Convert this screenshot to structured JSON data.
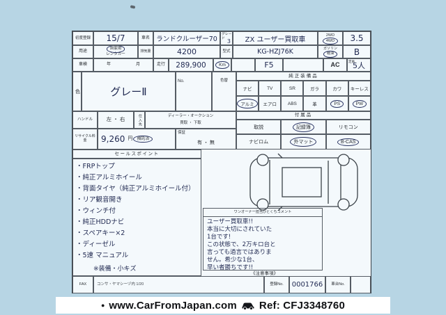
{
  "colors": {
    "background": "#b7d5e4",
    "paper": "#f4f9fc",
    "ink": "#1f2850",
    "line": "#555c64"
  },
  "r1": {
    "reg_l": "初度登録",
    "reg_v": "15/7",
    "name_l": "車名",
    "name_v": "ランドクルーザー70",
    "grade_l": "グレード",
    "grade_n": "3",
    "grade_v": "ZX ユーザー買取車",
    "drv1": "2WD",
    "drv2": "4WD",
    "drv_v": "3.5"
  },
  "r2": {
    "use_l": "用途",
    "use1": "自家用",
    "use2": "レンタカー",
    "disp_l": "排気量",
    "disp_v": "4200",
    "model_l": "型式",
    "model_v": "KG-HZJ76K",
    "fuel1": "ガソリン",
    "fuel2": "軽油",
    "fuel_v": "B"
  },
  "r3": {
    "shaken_l": "車検",
    "year_l": "年",
    "month_l": "月",
    "mile_l": "走行",
    "mile_v": "289,900",
    "unit": "Km",
    "shift_v": "F5",
    "ac": "AC",
    "cap_l": "定員",
    "cap_v": "5人"
  },
  "color_row": {
    "color_l": "色",
    "color_v": "グレーⅡ",
    "no_l": "No.",
    "irokae_l": "色替"
  },
  "equipment": {
    "title": "純正装備品",
    "row1": [
      {
        "label": "ナビ"
      },
      {
        "label": "TV"
      },
      {
        "label": "SR"
      },
      {
        "label": "ガラ"
      },
      {
        "label": "カワ"
      },
      {
        "label": "キーレス"
      }
    ],
    "row2": [
      {
        "label": "アルミ",
        "circled": true
      },
      {
        "label": "エアロ"
      },
      {
        "label": "ABS"
      },
      {
        "label": "革"
      },
      {
        "label": "PS",
        "circled": true
      },
      {
        "label": "PW",
        "circled": true
      }
    ]
  },
  "middle": {
    "handle_l": "ハンドル",
    "handle_opts": "左 ・ 右",
    "source_l": "仕入先",
    "source_line1": "ディーラー・オークション",
    "source_line2": "買取 ・ 下取",
    "recycle_l": "リサイクル料金",
    "recycle_v": "9,260",
    "recycle_unit": "円",
    "recycle_status": "預託済",
    "hosho_l": "保証",
    "hosho_opts": "有 ・ 無"
  },
  "accessories": {
    "title": "付属品",
    "row1": [
      {
        "label": "取説"
      },
      {
        "label": "記録簿",
        "circled": true
      },
      {
        "label": "リモコン"
      }
    ],
    "row2": [
      {
        "label": "ナビロム"
      },
      {
        "label": "外マット",
        "circled": true
      },
      {
        "label": "B-CAS",
        "circled": true
      }
    ]
  },
  "sales": {
    "title": "セールスポイント",
    "items": [
      "・FRPトップ",
      "・純正アルミホイール",
      "・背面タイヤ（純正アルミホイール付）",
      "・リア観音開き",
      "・ウィンチ付",
      "・純正HDDナビ",
      "・スペアキー×2",
      "・ディーゼル",
      "・5速 マニュアル"
    ]
  },
  "comment": {
    "title": "ワンオーナー担当ひとくちコメント",
    "lines": [
      "ユーザー買取車!!",
      "本当に大切にされていた",
      "1台です!",
      "この状態で、2万キロ台と",
      "言っても過言ではありま",
      "せん。希少な1台、",
      "早い者勝ちです!!"
    ]
  },
  "notes": {
    "hand_note": "※装備・小キズ",
    "caution": "《注意事項》"
  },
  "bottom": {
    "fax": "FAX",
    "company": "コンサ・ヤマシーヅ内 1/20",
    "reg_no_l": "登録No.",
    "reg_no_v": "0001766",
    "chassis_l": "車台No."
  },
  "footer": {
    "bullet": "●",
    "site": "www.CarFromJapan.com",
    "ref": "Ref: CFJ3348760"
  }
}
